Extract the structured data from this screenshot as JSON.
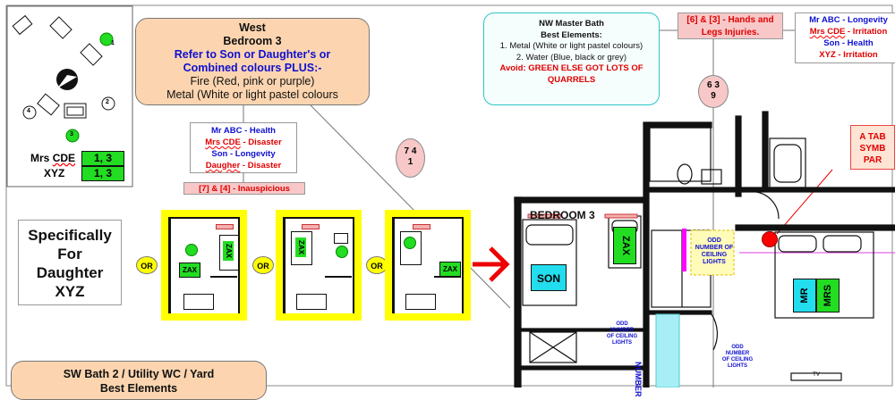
{
  "compass_panel": {
    "mrs_label": "Mrs ",
    "mrs_name": "CDE",
    "mrs_value": "1, 3",
    "xyz_label": "XYZ",
    "xyz_value": "1, 3",
    "chair_numbers": [
      "1",
      "2",
      "3",
      "4"
    ]
  },
  "west_box": {
    "title": "West",
    "subtitle": "Bedroom 3",
    "refer_line1": "Refer to Son or Daughter's or",
    "refer_line2": "Combined colours PLUS:-",
    "fire_line": "Fire (Red, pink or purple)",
    "metal_line": "Metal (White or light pastel colours"
  },
  "bedroom3_legend": {
    "line1": "Mr ABC - Health",
    "line2_name": "Mrs CDE",
    "line2_rest": " - Disaster",
    "line3": "Son - Longevity",
    "line4_name": "Daugher",
    "line4_rest": " - Disaster",
    "inauspicious": "[7] & [4] - Inauspicious"
  },
  "nw_box": {
    "title": "NW Master Bath",
    "subtitle": "Best Elements:",
    "line1": "1. Metal (White or light pastel colours)",
    "line2": "2. Water (Blue, black or grey)",
    "avoid1": "Avoid: GREEN ELSE GOT LOTS OF",
    "avoid2": "QUARRELS"
  },
  "hands_box": {
    "line1": "[6] & [3] - Hands and",
    "line2": "Legs Injuries."
  },
  "master_legend": {
    "line1": "Mr ABC - Longevity",
    "line2_name": "Mrs CDE",
    "line2_rest": " - Irritation",
    "line3": "Son - Health",
    "line4": "XYZ - Irritation"
  },
  "circle_a": {
    "top": "7 4",
    "bottom": "1"
  },
  "circle_b": {
    "top": "6 3",
    "bottom": "9"
  },
  "specifically": {
    "line1": "Specifically",
    "line2": "For",
    "line3": "Daughter",
    "line4": "XYZ"
  },
  "or_label": "OR",
  "zax_label": "ZAX",
  "bedroom3_title": "BEDROOM 3",
  "son_label": "SON",
  "mr_label": "MR",
  "mrs_label": "MRS",
  "ceiling_lights_1": [
    "ODD",
    "NUMBER OF",
    "CEILING",
    "LIGHTS"
  ],
  "ceiling_lights_2": [
    "ODD",
    "NUMBER",
    "OF CEILING",
    "LIGHTS"
  ],
  "ceiling_lights_3": [
    "ODD",
    "NUMBER",
    "OF CEILING",
    "LIGHTS"
  ],
  "number_label": "NUMBER",
  "tv_label": "TV",
  "table_callout": {
    "line1": "A TAB",
    "line2": "SYMB",
    "line3": "PAR"
  },
  "sw_box": {
    "line1": "SW Bath 2 / Utility WC / Yard",
    "line2": "Best Elements"
  },
  "colors": {
    "green": "#22dd22",
    "yellow": "#ffff00",
    "cyan": "#22ddee",
    "peach": "#fcd5b0",
    "pink": "#f8c8c8",
    "red": "#ff0000",
    "magenta": "#ff00ff"
  }
}
